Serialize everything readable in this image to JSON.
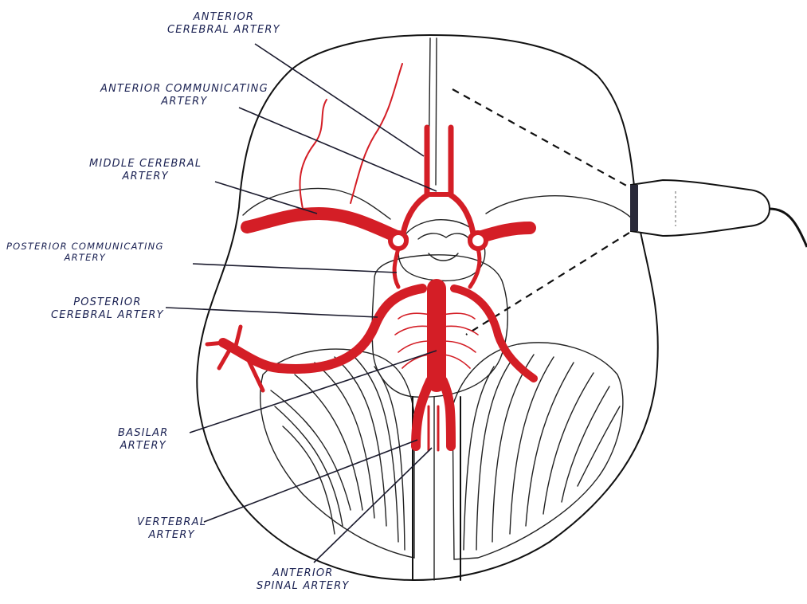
{
  "labels": {
    "aca_line1": "ANTERIOR",
    "aca_line2": "CEREBRAL ARTERY",
    "acom_line1": "ANTERIOR COMMUNICATING",
    "acom_line2": "ARTERY",
    "mca_line1": "MIDDLE CEREBRAL",
    "mca_line2": "ARTERY",
    "pcom_line1": "POSTERIOR COMMUNICATING",
    "pcom_line2": "ARTERY",
    "pca_line1": "POSTERIOR",
    "pca_line2": "CEREBRAL ARTERY",
    "basilar_line1": "BASILAR",
    "basilar_line2": "ARTERY",
    "vertebral_line1": "VERTEBRAL",
    "vertebral_line2": "ARTERY",
    "asa_line1": "ANTERIOR",
    "asa_line2": "SPINAL ARTERY"
  },
  "colors": {
    "artery": "#d41e26",
    "ink": "#1b2253",
    "outline": "#111111"
  }
}
